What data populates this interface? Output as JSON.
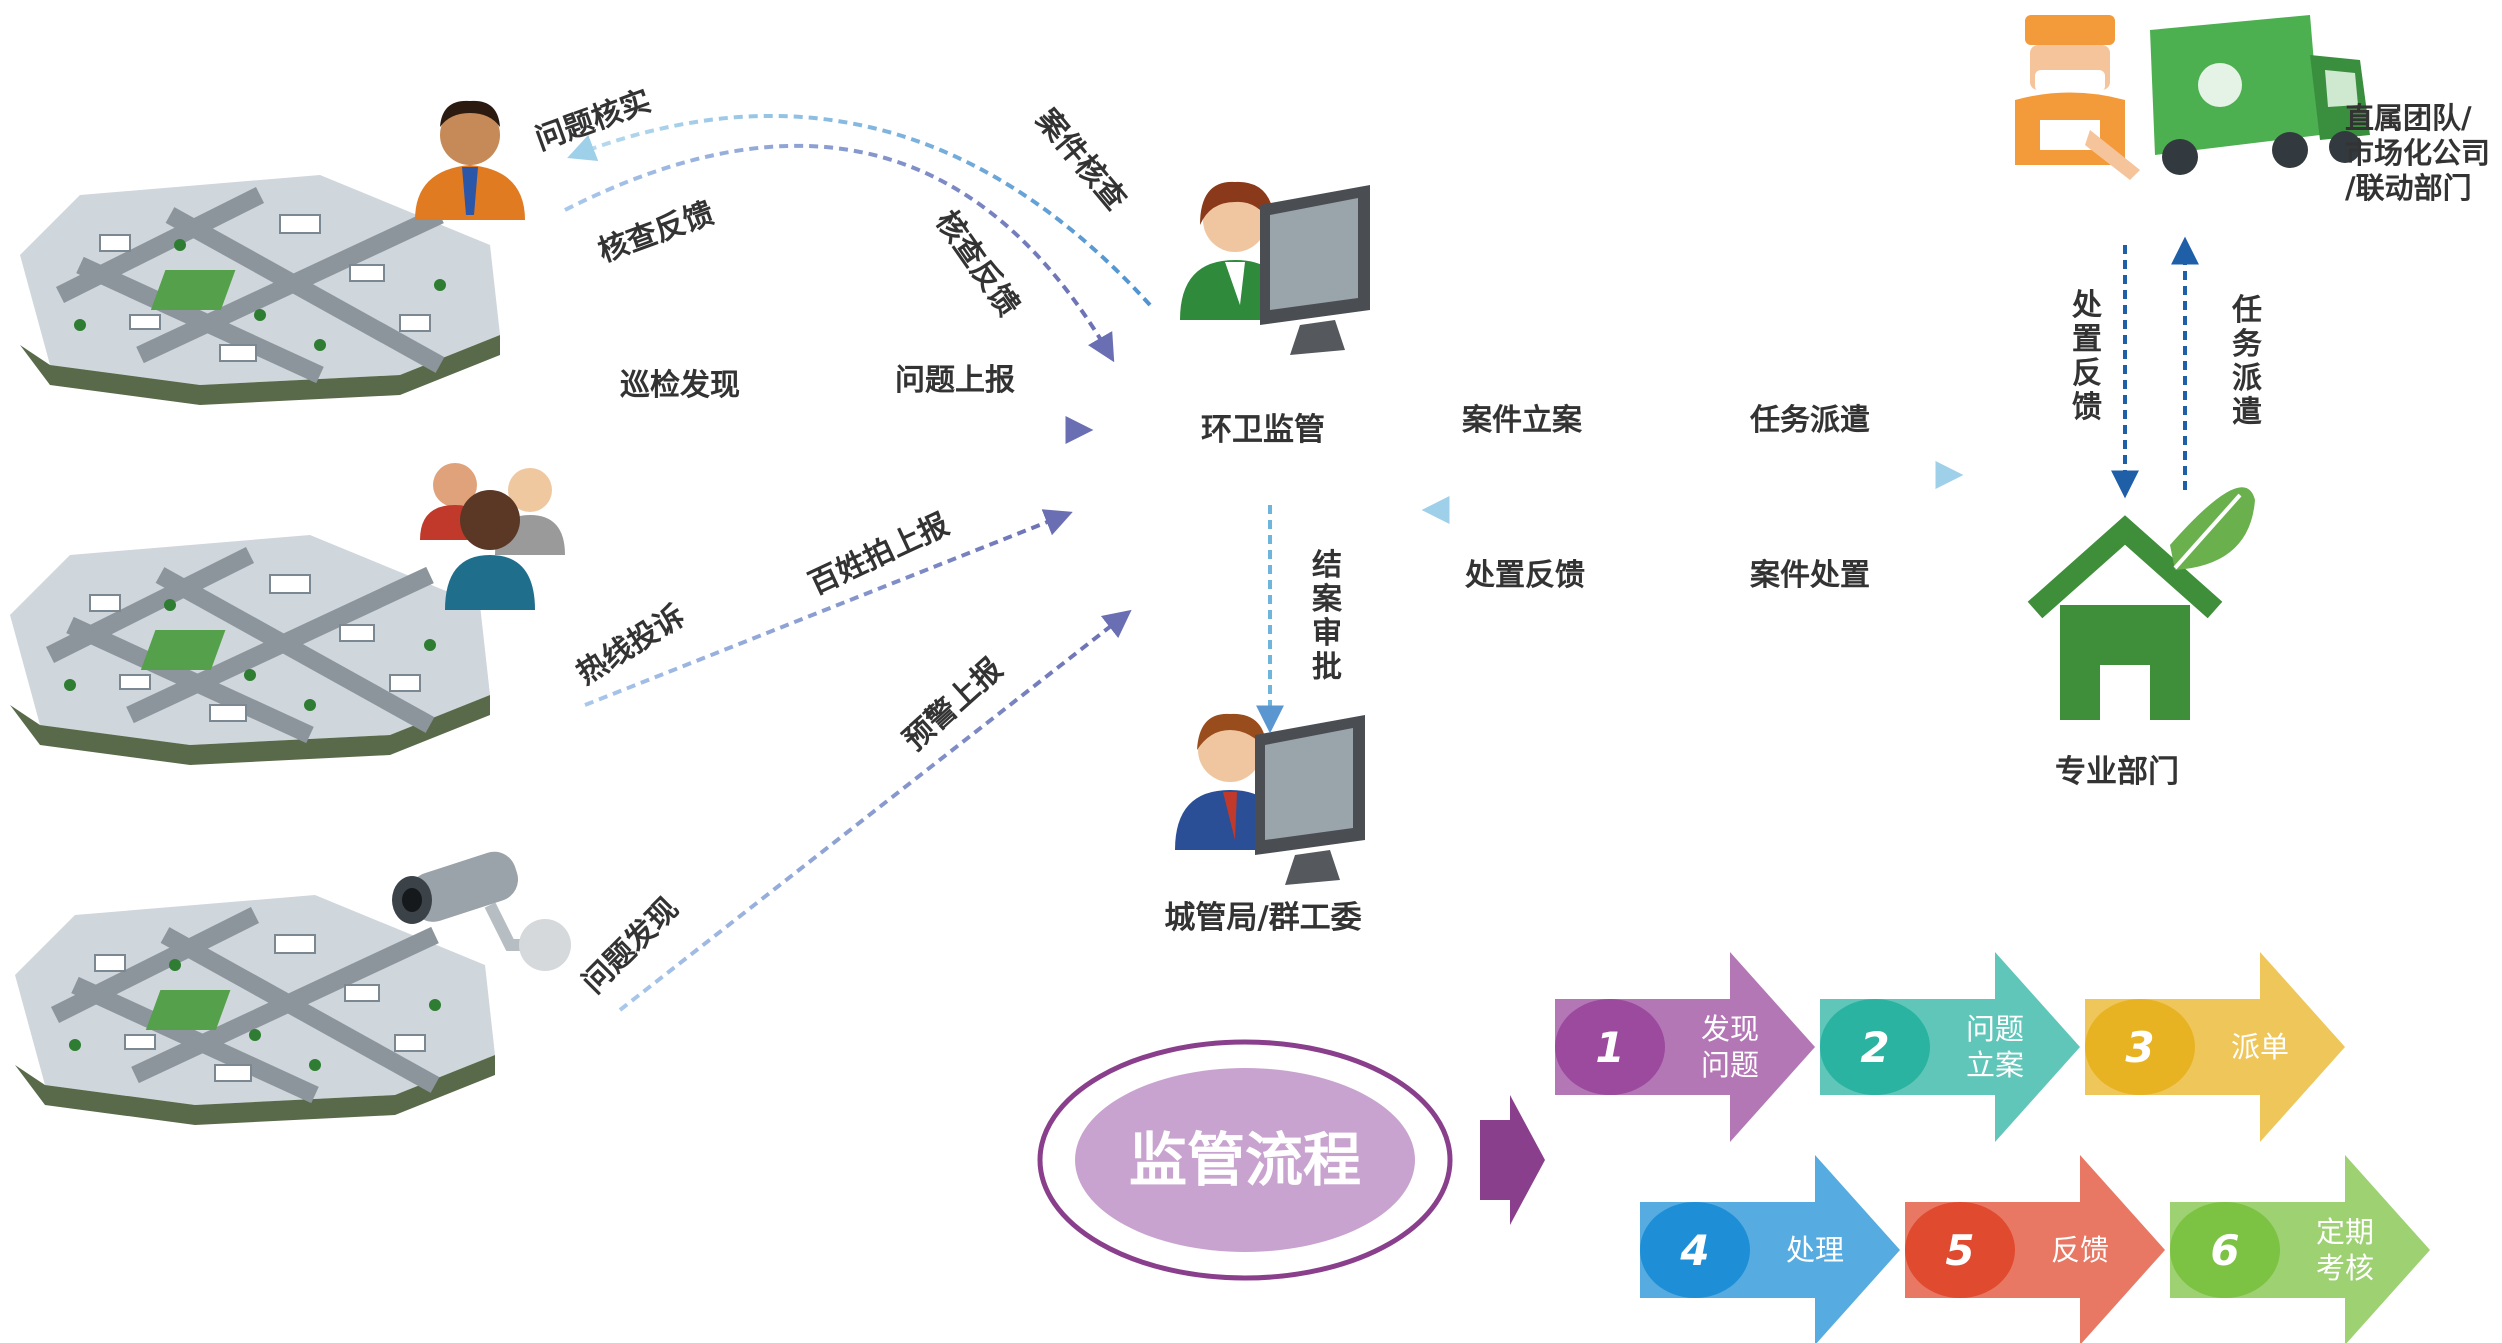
{
  "flow_labels": {
    "issue_verify": "问题核实",
    "check_feedback_left": "核查反馈",
    "case_check": "案件核查",
    "check_feedback_right": "核查反馈",
    "patrol_found": "巡检发现",
    "issue_report": "问题上报",
    "hotline": "热线投诉",
    "public_photo": "百姓拍上报",
    "issue_found": "问题发现",
    "alert_report": "预警上报",
    "case_approval": "结案审批",
    "case_register": "案件立案",
    "task_dispatch_h": "任务派遣",
    "handle_feedback_h": "处置反馈",
    "case_handle": "案件处置",
    "handle_feedback_v": "处置反馈",
    "task_dispatch_v": "任务派遣"
  },
  "nodes": {
    "sanitation": "环卫监管",
    "city_mgmt": "城管局/群工委",
    "professional": "专业部门",
    "direct_team_lines": [
      "直属团队/",
      "市场化公司",
      "/联动部门"
    ]
  },
  "process": {
    "title": "监管流程",
    "steps": [
      {
        "num": "1",
        "lines": [
          "发现",
          "问题"
        ],
        "color": "#9b4a9d"
      },
      {
        "num": "2",
        "lines": [
          "问题",
          "立案"
        ],
        "color": "#2bb3a2"
      },
      {
        "num": "3",
        "lines": [
          "派单"
        ],
        "color": "#e8b323"
      },
      {
        "num": "4",
        "lines": [
          "处理"
        ],
        "color": "#1e8fd6"
      },
      {
        "num": "5",
        "lines": [
          "反馈"
        ],
        "color": "#e04a2f"
      },
      {
        "num": "6",
        "lines": [
          "定期",
          "考核"
        ],
        "color": "#7cc243"
      }
    ]
  },
  "colors": {
    "arrow_blue": "#5fa8d3",
    "arrow_purple": "#6d7fb8",
    "house_green": "#3e8e3a",
    "ellipse": "#c9a3cf",
    "ellipse_border": "#8a3f8c"
  },
  "icons": {
    "map_tile": "city-map-icon",
    "person": "person-icon",
    "group": "people-group-icon",
    "camera": "security-camera-icon",
    "computer_user": "computer-operator-icon",
    "worker": "sanitation-worker-icon",
    "truck": "garbage-truck-icon",
    "house": "eco-house-icon"
  }
}
